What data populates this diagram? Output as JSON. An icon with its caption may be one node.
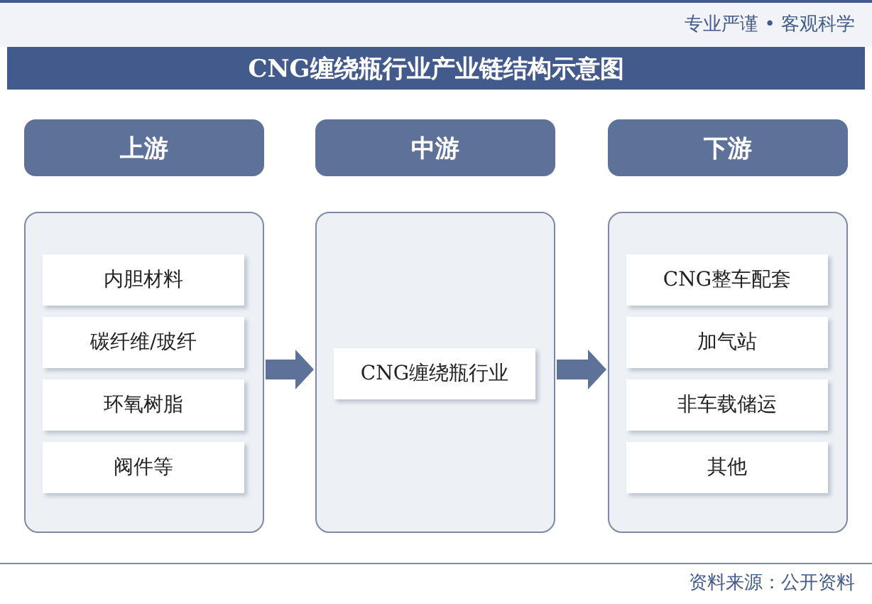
{
  "diagram": {
    "title": "CNG缠绕瓶行业产业链结构示意图",
    "nodes": [
      {
        "text": [
          "上游"
        ]
      },
      {
        "text": [
          "中游"
        ]
      },
      {
        "text": [
          "下游"
        ]
      },
      {
        "text": [],
        "shape": "box"
      },
      {
        "text": [
          "内胆材料"
        ],
        "in": 3
      },
      {
        "text": [
          "碳纤维/玻纤"
        ],
        "in": 3
      },
      {
        "text": [
          "环氧树脂"
        ],
        "in": 3
      },
      {
        "text": [
          "阀件等"
        ],
        "in": 3
      },
      {
        "text": [],
        "shape": "box"
      },
      {
        "text": [
          "CNG缠绕瓶行业"
        ],
        "in": 8
      },
      {
        "text": [],
        "shape": "box"
      },
      {
        "text": [
          "CNG整车配套"
        ],
        "in": 10
      },
      {
        "text": [
          "加气站"
        ],
        "in": 10
      },
      {
        "text": [
          "非车载储运"
        ],
        "in": 10
      },
      {
        "text": [
          "其他"
        ],
        "in": 10
      }
    ],
    "edges": [
      {
        "from": 3,
        "to": 8,
        "arrow": "to"
      },
      {
        "from": 8,
        "to": 10,
        "arrow": "to"
      }
    ],
    "labels": [
      "专业严谨 • 客观科学",
      "资料来源：公开资料"
    ]
  }
}
